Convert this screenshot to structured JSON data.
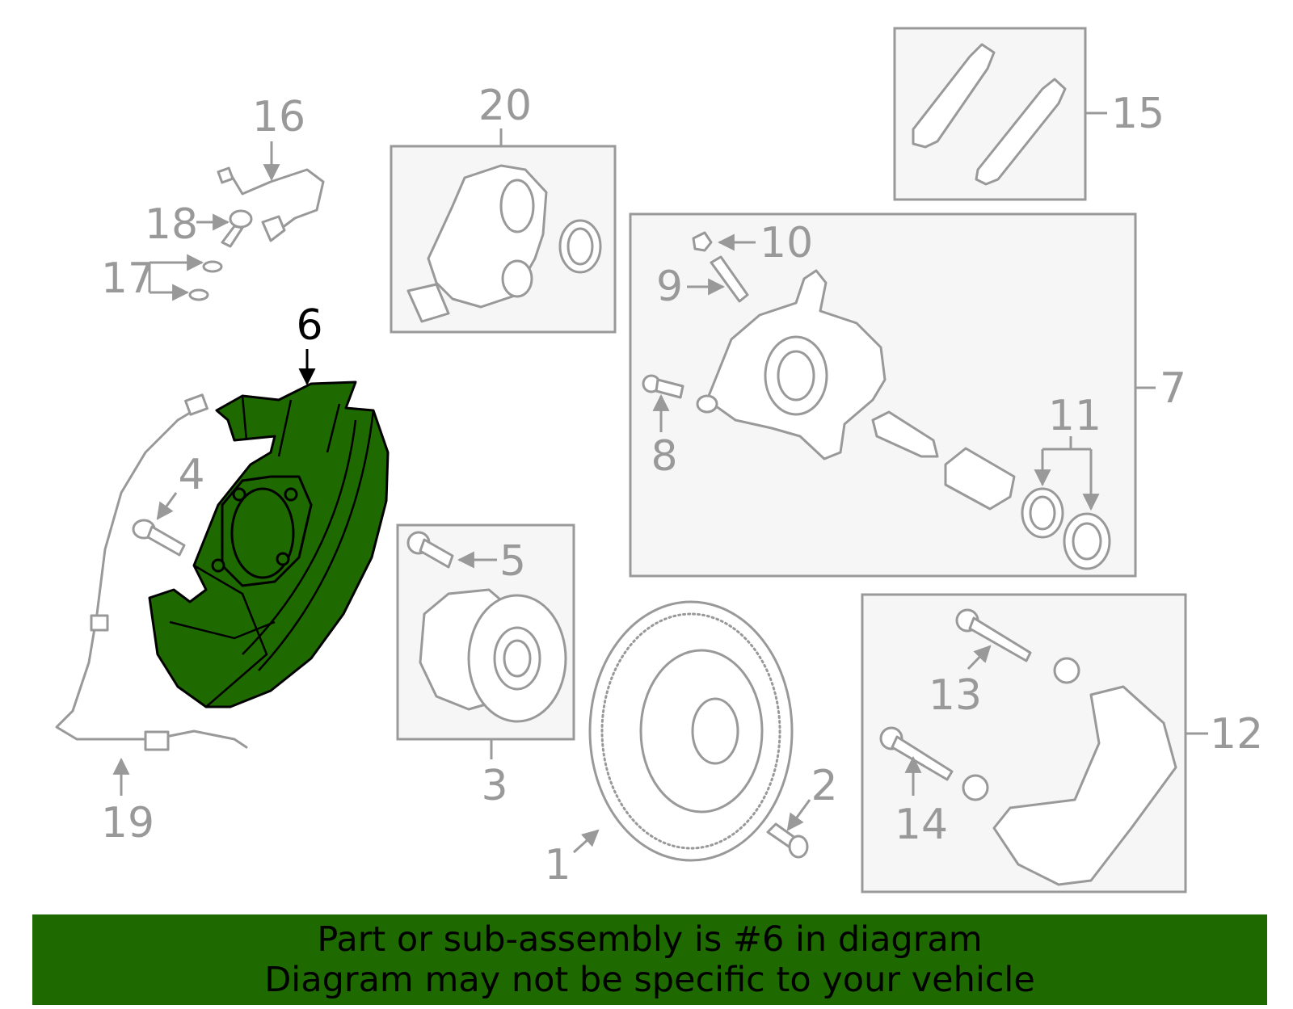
{
  "diagram": {
    "callouts": {
      "c1": "1",
      "c2": "2",
      "c3": "3",
      "c4": "4",
      "c5": "5",
      "c6": "6",
      "c7": "7",
      "c8": "8",
      "c9": "9",
      "c10": "10",
      "c11": "11",
      "c12": "12",
      "c13": "13",
      "c14": "14",
      "c15": "15",
      "c16": "16",
      "c17": "17",
      "c18": "18",
      "c19": "19",
      "c20": "20"
    },
    "highlighted_part": "6",
    "colors": {
      "highlight": "#1e6a00",
      "line": "#999999",
      "box_fill": "#f6f6f6"
    }
  },
  "banner": {
    "line1": "Part or sub-assembly is #6 in diagram",
    "line2": "Diagram may not be specific to your vehicle"
  }
}
